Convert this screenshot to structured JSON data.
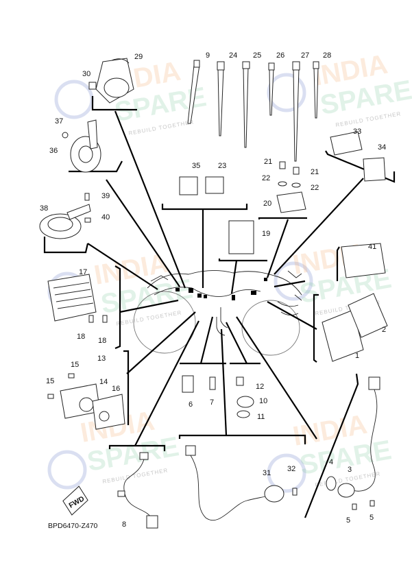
{
  "diagram": {
    "code": "BPD6470-Z470",
    "fwd_label": "FWD",
    "watermark": {
      "line1": "INDIA",
      "line2": "SPARE",
      "tagline": "REBUILD TOGETHER"
    },
    "callouts": [
      "1",
      "2",
      "3",
      "4",
      "5",
      "6",
      "7",
      "8",
      "9",
      "10",
      "11",
      "12",
      "13",
      "14",
      "15",
      "16",
      "17",
      "18",
      "19",
      "20",
      "21",
      "22",
      "23",
      "24",
      "25",
      "26",
      "27",
      "28",
      "29",
      "30",
      "31",
      "32",
      "33",
      "34",
      "35",
      "36",
      "37",
      "38",
      "39",
      "40",
      "41"
    ]
  },
  "colors": {
    "watermark_orange": "#f3a86a",
    "watermark_green": "#7cc69a",
    "watermark_blue": "#6a7fc8",
    "line": "#000000"
  }
}
